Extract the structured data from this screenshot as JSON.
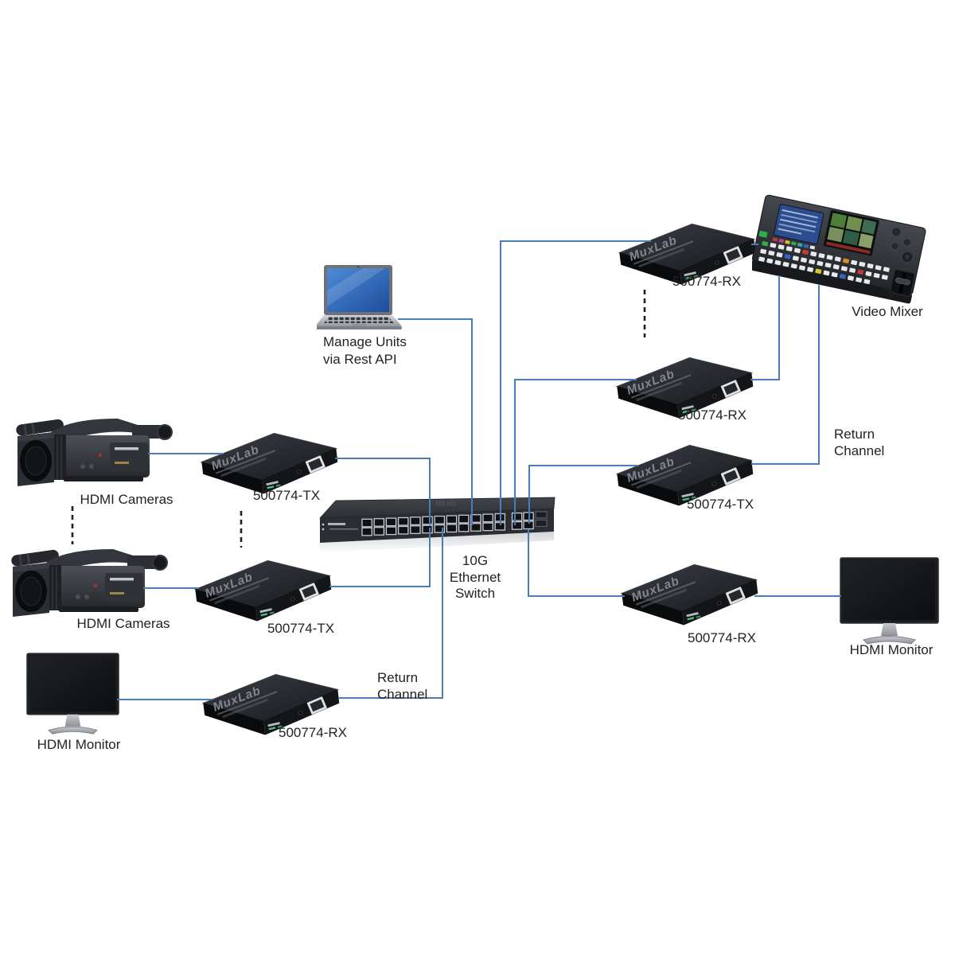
{
  "labels": {
    "hdmi_cameras_top": "HDMI Cameras",
    "hdmi_cameras_bottom": "HDMI Cameras",
    "tx_left_top": "500774-TX",
    "tx_left_bottom": "500774-TX",
    "rx_bottom_left": "500774-RX",
    "hdmi_monitor_left": "HDMI Monitor",
    "manage_units": {
      "line1": "Manage Units",
      "line2": "via Rest API"
    },
    "ethernet_switch": {
      "line1": "10G",
      "line2": "Ethernet",
      "line3": "Switch"
    },
    "rx_top_right": "500774-RX",
    "rx_middle_right": "500774-RX",
    "tx_right": "500774-TX",
    "rx_bottom_right": "500774-RX",
    "video_mixer": "Video Mixer",
    "hdmi_monitor_right": "HDMI Monitor",
    "return_channel_right": {
      "line1": "Return",
      "line2": "Channel"
    },
    "return_channel_bottom": {
      "line1": "Return",
      "line2": "Channel"
    }
  },
  "device_brand": "MuxLab",
  "colors": {
    "connector_blue": "#4a7db8",
    "label_text": "#222222",
    "continuation_dash": "#1f1f1f",
    "background": "#ffffff"
  }
}
